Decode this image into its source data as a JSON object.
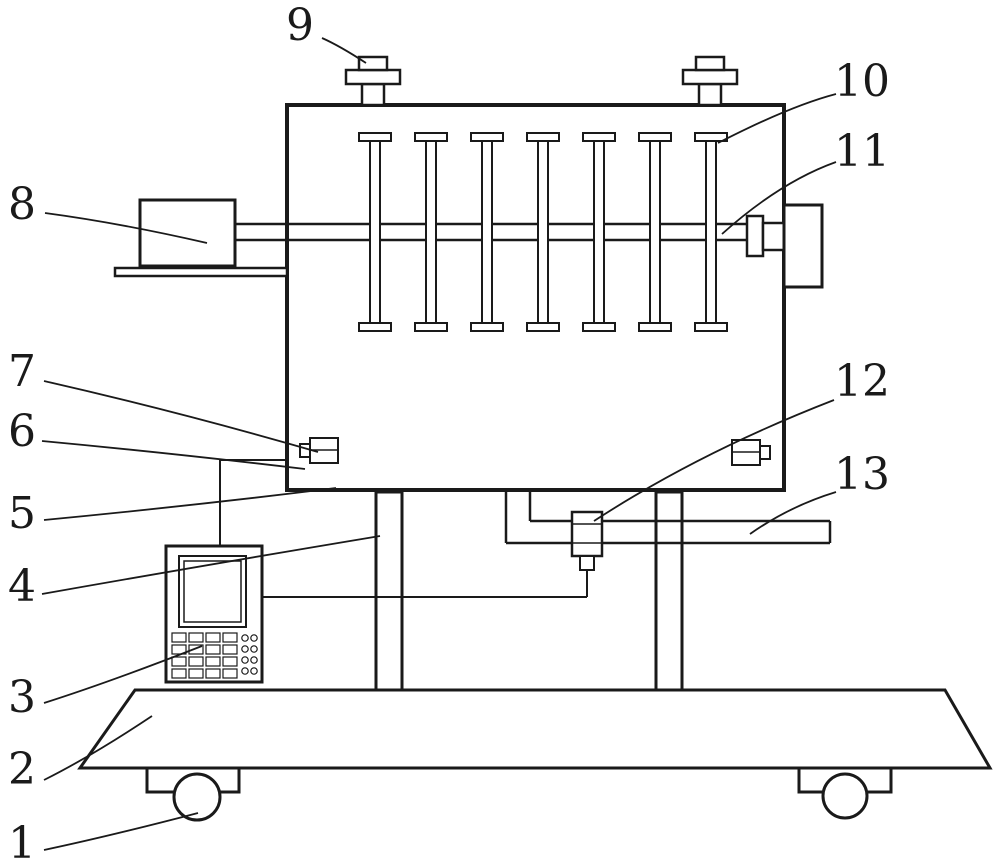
{
  "colors": {
    "line": "#1a1a1a",
    "background": "#ffffff"
  },
  "labels": {
    "l1": "1",
    "l2": "2",
    "l3": "3",
    "l4": "4",
    "l5": "5",
    "l6": "6",
    "l7": "7",
    "l8": "8",
    "l9": "9",
    "l10": "10",
    "l11": "11",
    "l12": "12",
    "l13": "13"
  }
}
